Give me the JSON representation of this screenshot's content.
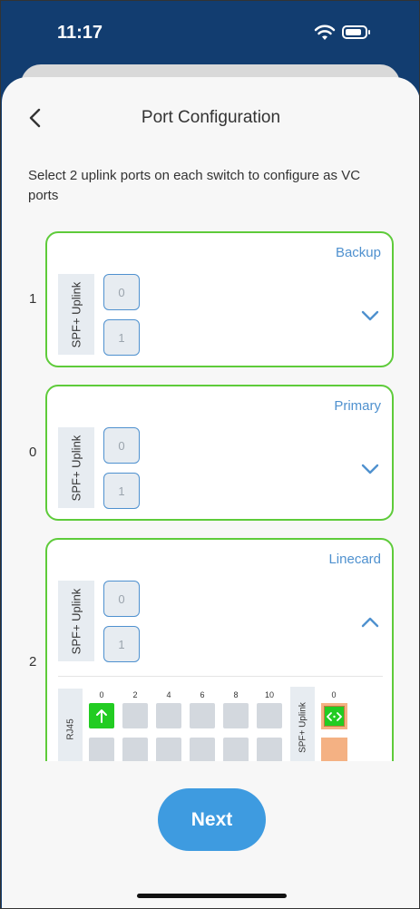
{
  "status_bar": {
    "time": "11:17"
  },
  "header": {
    "title": "Port Configuration"
  },
  "instruction": "Select 2 uplink ports on each switch to configure as VC ports",
  "switches": [
    {
      "number": "1",
      "role": "Backup",
      "uplink_label": "SPF+ Uplink",
      "ports": [
        "0",
        "1"
      ],
      "expanded": false
    },
    {
      "number": "0",
      "role": "Primary",
      "uplink_label": "SPF+ Uplink",
      "ports": [
        "0",
        "1"
      ],
      "expanded": false
    },
    {
      "number": "2",
      "role": "Linecard",
      "uplink_label": "SPF+ Uplink",
      "ports": [
        "0",
        "1"
      ],
      "expanded": true,
      "detail": {
        "rj45_label": "RJ45",
        "port_numbers": [
          "0",
          "2",
          "4",
          "6",
          "8",
          "10"
        ],
        "sfp_label": "SPF+ Uplink",
        "sfp_port_number": "0"
      }
    }
  ],
  "footer": {
    "next_label": "Next"
  },
  "colors": {
    "accent": "#4f91cf",
    "card_border": "#5ecb3a",
    "active_port": "#22cc22",
    "sfp_port": "#f4b183",
    "header_bg": "#123d70"
  }
}
